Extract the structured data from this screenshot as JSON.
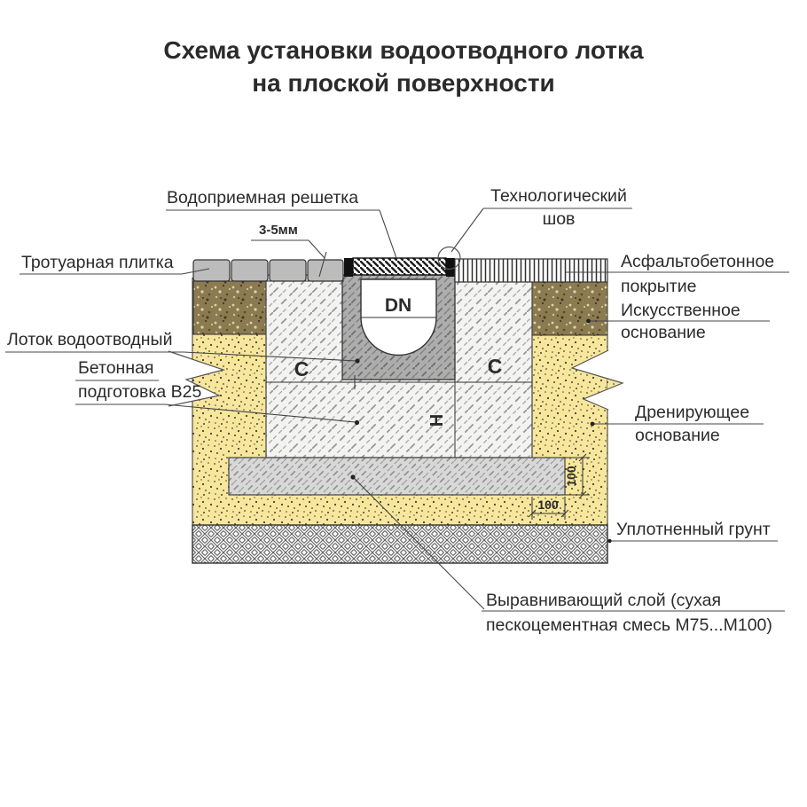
{
  "title": {
    "line1": "Схема установки водоотводного лотка",
    "line2": "на плоской поверхности"
  },
  "labels": {
    "grate": "Водоприемная решетка",
    "tech_seam_line1": "Технологический",
    "tech_seam_line2": "шов",
    "gap": "3-5мм",
    "paving_tile": "Тротуарная плитка",
    "asphalt_line1": "Асфальтобетонное",
    "asphalt_line2": "покрытие",
    "artificial_base_line1": "Искусственное",
    "artificial_base_line2": "основание",
    "channel": "Лоток водоотводный",
    "concrete_line1": "Бетонная",
    "concrete_line2": "подготовка В25",
    "drainage_base_line1": "Дренирующее",
    "drainage_base_line2": "основание",
    "compacted_soil": "Уплотненный грунт",
    "leveling_line1": "Выравнивающий слой (сухая",
    "leveling_line2": "пескоцементная смесь М75...М100)"
  },
  "dimensions": {
    "dn": "DN",
    "c_left": "С",
    "c_right": "С",
    "h": "H",
    "slab_thickness": "100",
    "slab_offset": "100"
  },
  "colors": {
    "title_green": "#42a335",
    "sand_yellow": "#f7e79d",
    "subbase_brown": "#8c7b50",
    "tile_gray": "#bcbcbc",
    "concrete_bg": "#f3f3f2",
    "channel_bg": "#adadad",
    "slab_bg": "#d8d8d8",
    "line_dark": "#333333"
  }
}
